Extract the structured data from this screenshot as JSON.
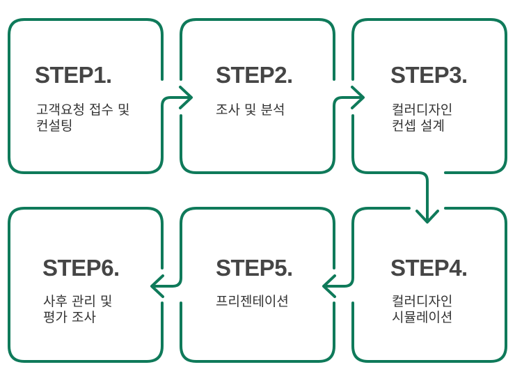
{
  "colors": {
    "accent": "#0f7a5a",
    "title_text": "#454545",
    "body_text": "#333333"
  },
  "steps": [
    {
      "title": "STEP1.",
      "desc": [
        "고객요청 접수 및",
        "컨설팅"
      ]
    },
    {
      "title": "STEP2.",
      "desc": [
        "조사 및 분석"
      ]
    },
    {
      "title": "STEP3.",
      "desc": [
        "컬러디자인",
        "컨셉 설계"
      ]
    },
    {
      "title": "STEP4.",
      "desc": [
        "컬러디자인",
        "시뮬레이션"
      ]
    },
    {
      "title": "STEP5.",
      "desc": [
        "프리젠테이션"
      ]
    },
    {
      "title": "STEP6.",
      "desc": [
        "사후 관리 및",
        "평가 조사"
      ]
    }
  ]
}
